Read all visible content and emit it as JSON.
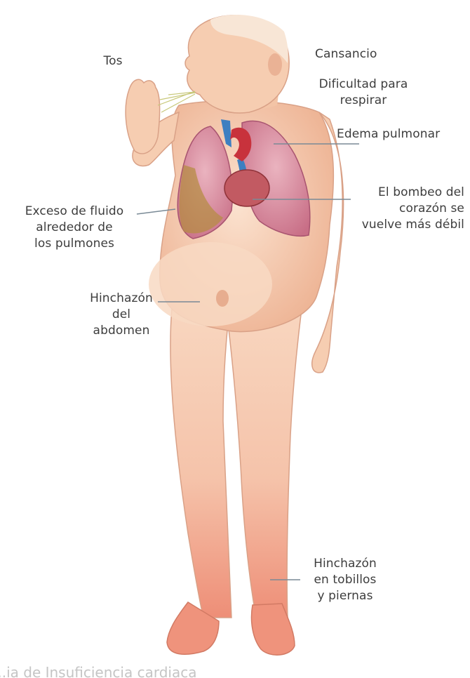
{
  "labels": {
    "cough": "Tos",
    "fatigue": "Cansancio",
    "dyspnea": "Dificultad para\nrespirar",
    "pulmonary_edema": "Edema pulmonar",
    "weak_pump": "El bombeo del\ncorazón se\nvuelve más débil",
    "pleural_fluid": "Exceso de fluido\nalrededor de\nlos pulmones",
    "abdomen_swelling": "Hinchazón\ndel abdomen",
    "legs_swelling": "Hinchazón\nen tobillos\ny piernas"
  },
  "footer": "...ia de Insuficiencia cardiaca",
  "colors": {
    "skin": "#f6cdb1",
    "skin_shadow": "#e9a98a",
    "legs_red": "#ef8f78",
    "lung": "#d98a9c",
    "fluid": "#b58c44",
    "heart": "#c8323c",
    "vessel_blue": "#3d7fc1",
    "leader_line": "#7a8a96"
  }
}
